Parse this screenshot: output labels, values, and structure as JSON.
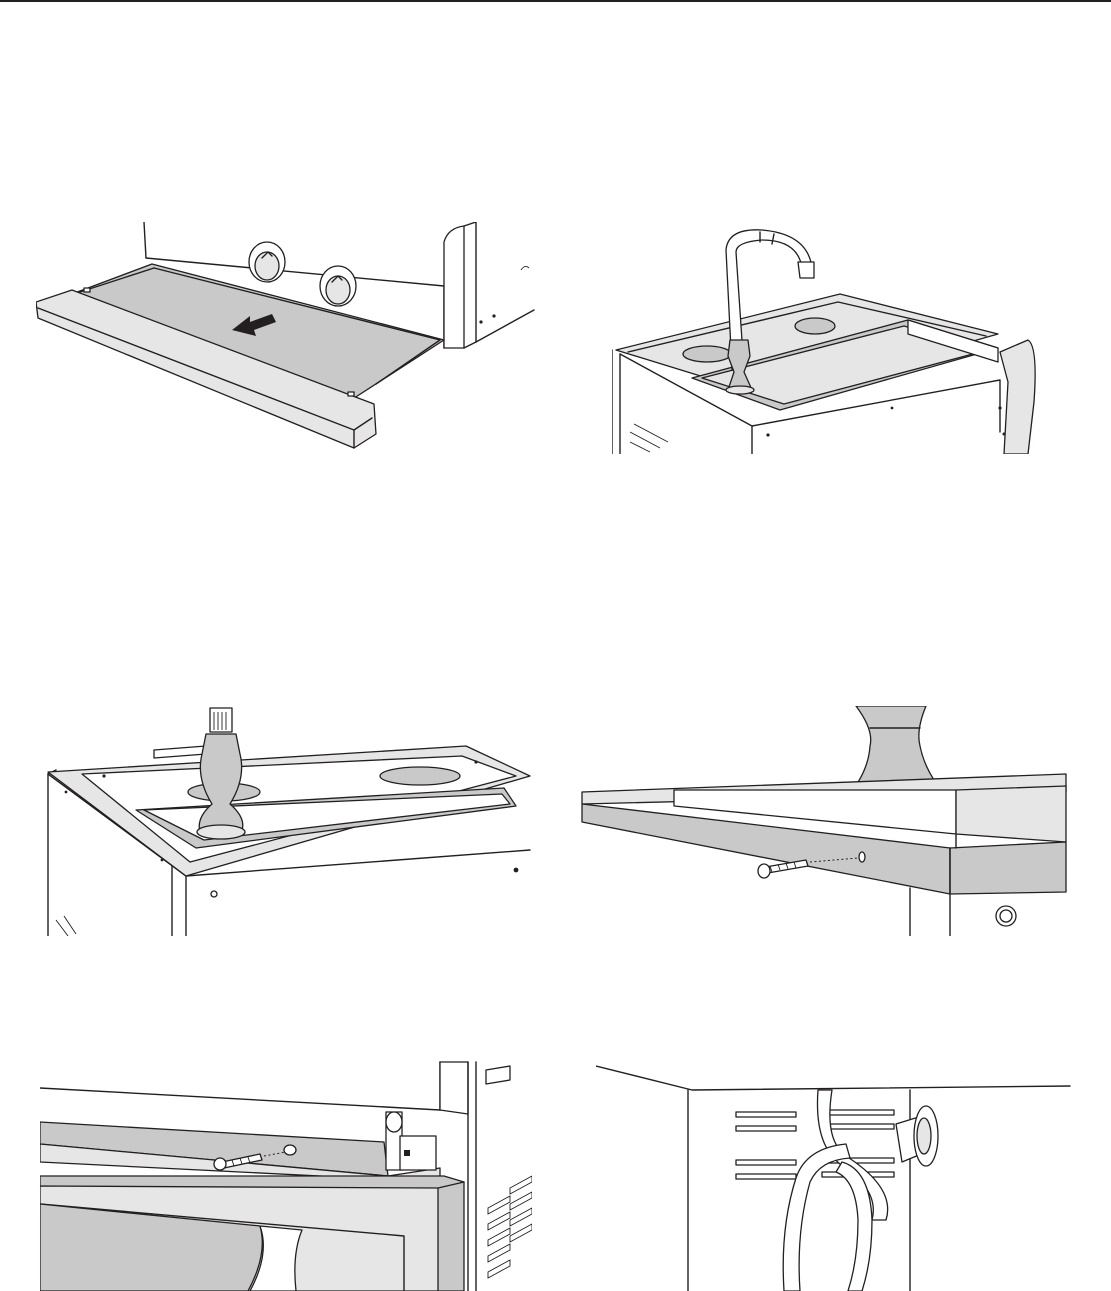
{
  "illustrations": [
    {
      "id": "drawer",
      "icon": "pull-drawer-arrow-icon"
    },
    {
      "id": "faucet-sink",
      "icon": "faucet-icon"
    },
    {
      "id": "faucet-base",
      "icon": "faucet-base-icon"
    },
    {
      "id": "top-screw",
      "icon": "screw-icon"
    },
    {
      "id": "panel-screw",
      "icon": "screw-icon"
    },
    {
      "id": "hose-loop",
      "icon": "hose-icon"
    }
  ],
  "colors": {
    "line": "#231f20",
    "shade": "#c9c9c9",
    "light_shade": "#e6e6e6",
    "dark_shade": "#8f8f8f"
  }
}
